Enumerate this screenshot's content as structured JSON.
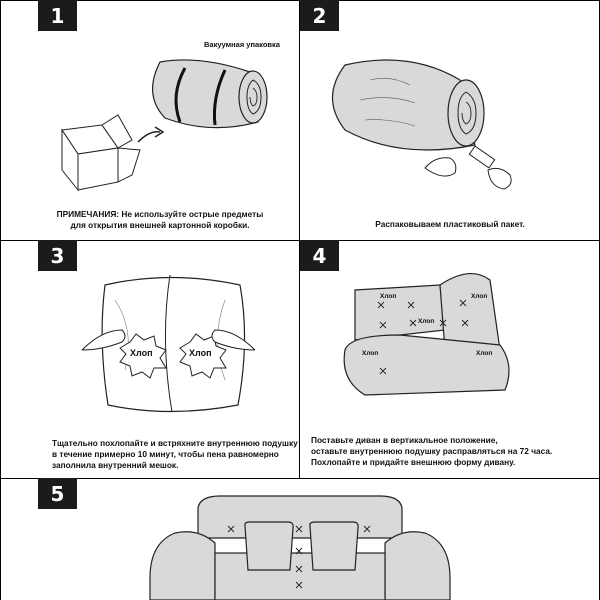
{
  "steps": [
    {
      "number": "1",
      "top_label": "Вакуумная упаковка",
      "caption": [
        "ПРИМЕЧАНИЯ: Не используйте острые предметы",
        "для открытия внешней картонной коробки."
      ]
    },
    {
      "number": "2",
      "caption": [
        "Распаковываем пластиковый пакет."
      ]
    },
    {
      "number": "3",
      "pat_label": "Хлоп",
      "caption": [
        "Тщательно похлопайте и встряхните внутреннюю подушку",
        "в течение примерно 10 минут, чтобы пена равномерно",
        "заполнила внутренний мешок."
      ]
    },
    {
      "number": "4",
      "pat_label": "Хлоп",
      "caption": [
        "Поставьте диван в вертикальное положение,",
        "оставьте внутреннюю подушку расправляться на 72 часа.",
        "Похлопайте и придайте внешнюю форму дивану."
      ]
    },
    {
      "number": "5"
    }
  ],
  "colors": {
    "badge": "#1b1b1b",
    "fill": "#d9d9d9",
    "stroke": "#222222"
  }
}
